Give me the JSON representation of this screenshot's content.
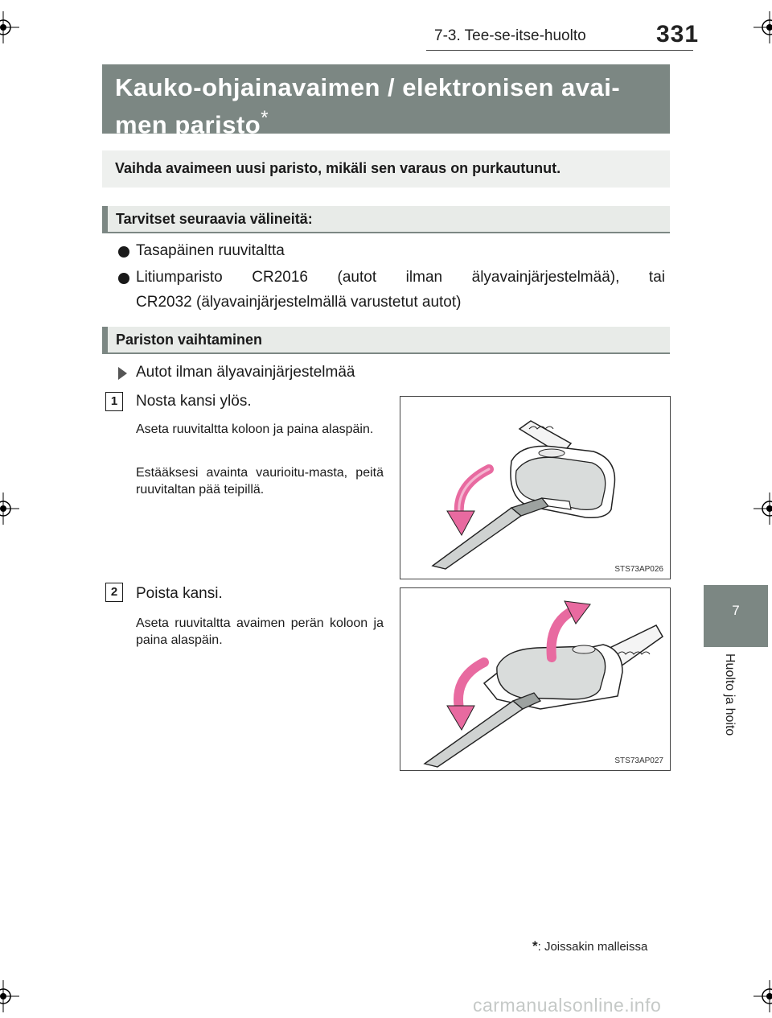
{
  "header": {
    "section": "7-3. Tee-se-itse-huolto",
    "page_number": "331"
  },
  "title": {
    "text": "Kauko-ohjainavaimen / elektronisen avai-men paristo",
    "line1": "Kauko-ohjainavaimen / elektronisen avai-",
    "line2": "men paristo",
    "asterisk": "*"
  },
  "intro": "Vaihda avaimeen uusi paristo, mikäli sen varaus on purkautunut.",
  "tools": {
    "heading": "Tarvitset seuraavia välineitä:",
    "items": [
      "Tasapäinen ruuvitaltta",
      "Litiumparisto CR2016 (autot ilman älyavainjärjestelmää), tai CR2032 (älyavainjärjestelmällä varustetut autot)"
    ],
    "item2_words": [
      "Litiumparisto",
      "CR2016",
      "(autot",
      "ilman",
      "älyavainjärjestelmää),",
      "tai"
    ],
    "item2_line2": "CR2032 (älyavainjärjestelmällä varustetut autot)"
  },
  "replace": {
    "heading": "Pariston vaihtaminen",
    "subheading": "Autot ilman älyavainjärjestelmää",
    "steps": [
      {
        "number": "1",
        "title": "Nosta kansi ylös.",
        "desc1": "Aseta ruuvitaltta koloon ja paina alaspäin.",
        "desc2": "Estääksesi avainta vaurioitu-masta, peitä ruuvitaltan pää teipillä.",
        "figure_code": "STS73AP026"
      },
      {
        "number": "2",
        "title": "Poista kansi.",
        "desc1": "Aseta ruuvitaltta avaimen perän koloon ja paina alaspäin.",
        "figure_code": "STS73AP027"
      }
    ]
  },
  "side_tab": {
    "number": "7",
    "label": "Huolto ja hoito"
  },
  "footnote": {
    "mark": "*",
    "text": ": Joissakin malleissa"
  },
  "watermark": "carmanualsonline.info",
  "colors": {
    "banner": "#7c8783",
    "heading_bg": "#e8ebe8",
    "arrow_pink": "#e86aa0"
  }
}
